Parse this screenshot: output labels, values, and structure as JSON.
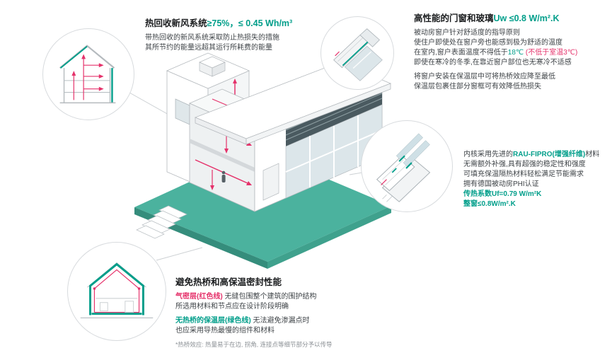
{
  "colors": {
    "teal": "#009E8A",
    "red": "#E5326B",
    "ground": "#4BB29E"
  },
  "hrv": {
    "title": "热回收新风系统",
    "title_value": "≥75%，≤ 0.45 Wh/m³",
    "line1": "带热回收的新风系统采取防止热损失的措施",
    "line2": "其所节约的能量远超其运行所耗费的能量"
  },
  "windows": {
    "title": "高性能的门窗和玻璃",
    "title_value": "Uw ≤0.8 W/m².K",
    "line1": "被动房窗户针对舒适度的指导原则",
    "line2": "使住户即使处在窗户旁也能感到极为舒适的温度",
    "line3_a": "在室内,窗户表面温度不得低于",
    "line3_b": "18℃",
    "line3_c": " (不低于室温3℃)",
    "line4": "即使在寒冷的冬季,在靠近窗户部位也无寒冷不适感",
    "line5": "将窗户安装在保温层中可将热桥效应降至最低",
    "line6": "保温层包裹住部分窗框可有效降低热损失"
  },
  "profile": {
    "line1_a": "内核采用先进的",
    "line1_b": "RAU-FIPRO(增强纤维)",
    "line1_c": "材料",
    "line2": "无需额外补强,具有超强的稳定性和强度",
    "line3": "可填充保温隔热材料轻松满足节能需求",
    "line4": "拥有德国被动房PHI认证",
    "line5": "传热系数Uf=0.79 W/m²K",
    "line6": "整窗≤0.8W/m².K"
  },
  "thermal": {
    "title": "避免热桥和高保温密封性能",
    "line1_a": "气密层(红色线)",
    "line1_b": " 无缝包围整个建筑的围护结构",
    "line2": "所选用材料和节点应在设计阶段明确",
    "line3_a": "无热桥的保温层(绿色线)",
    "line3_b": " 无法避免渗漏点时",
    "line4": "也应采用导热最慢的组件和材料",
    "footnote": "*热桥效应: 热量易于在边, 拐角, 连接点等细节部分予以传导"
  },
  "graphics": {
    "main_illustration": "isometric-passive-house-cutaway",
    "hrv_circle": "heat-recovery-ventilation-section-icon",
    "window_circle": "glazing-corner-detail-icon",
    "profile_circle": "window-frame-profile-icon",
    "thermal_circle": "thermal-envelope-section-icon"
  }
}
